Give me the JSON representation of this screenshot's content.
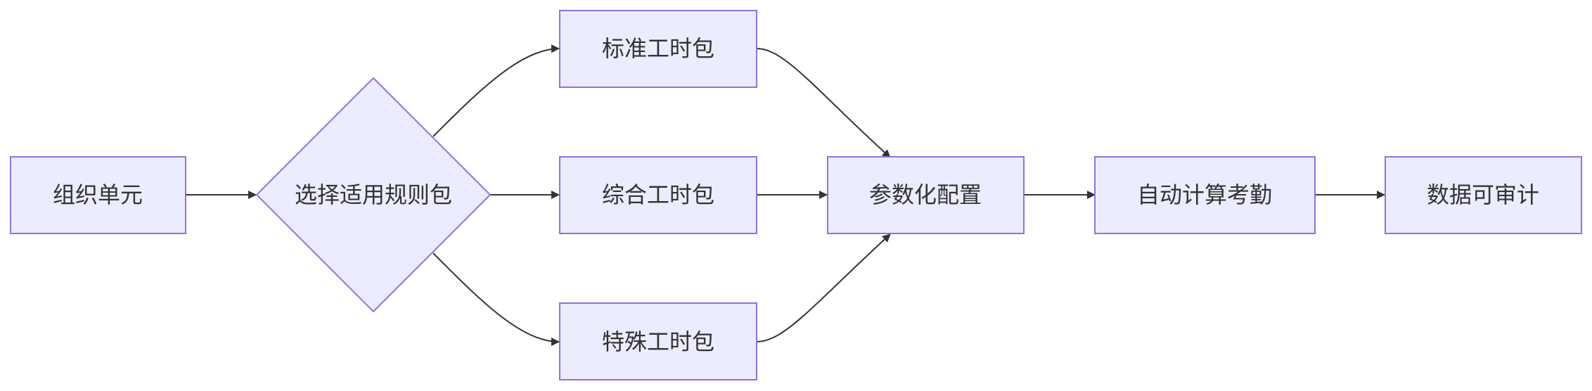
{
  "colors": {
    "node_fill": "#ececff",
    "node_stroke": "#9370db",
    "edge": "#333333",
    "text": "#333333"
  },
  "nodes": {
    "org_unit": "组织单元",
    "select_rule_pack": "选择适用规则包",
    "standard_hours": "标准工时包",
    "comprehensive_hours": "综合工时包",
    "special_hours": "特殊工时包",
    "param_config": "参数化配置",
    "auto_attendance": "自动计算考勤",
    "data_audit": "数据可审计"
  },
  "edges": [
    {
      "from": "org_unit",
      "to": "select_rule_pack"
    },
    {
      "from": "select_rule_pack",
      "to": "standard_hours"
    },
    {
      "from": "select_rule_pack",
      "to": "comprehensive_hours"
    },
    {
      "from": "select_rule_pack",
      "to": "special_hours"
    },
    {
      "from": "standard_hours",
      "to": "param_config"
    },
    {
      "from": "comprehensive_hours",
      "to": "param_config"
    },
    {
      "from": "special_hours",
      "to": "param_config"
    },
    {
      "from": "param_config",
      "to": "auto_attendance"
    },
    {
      "from": "auto_attendance",
      "to": "data_audit"
    }
  ]
}
